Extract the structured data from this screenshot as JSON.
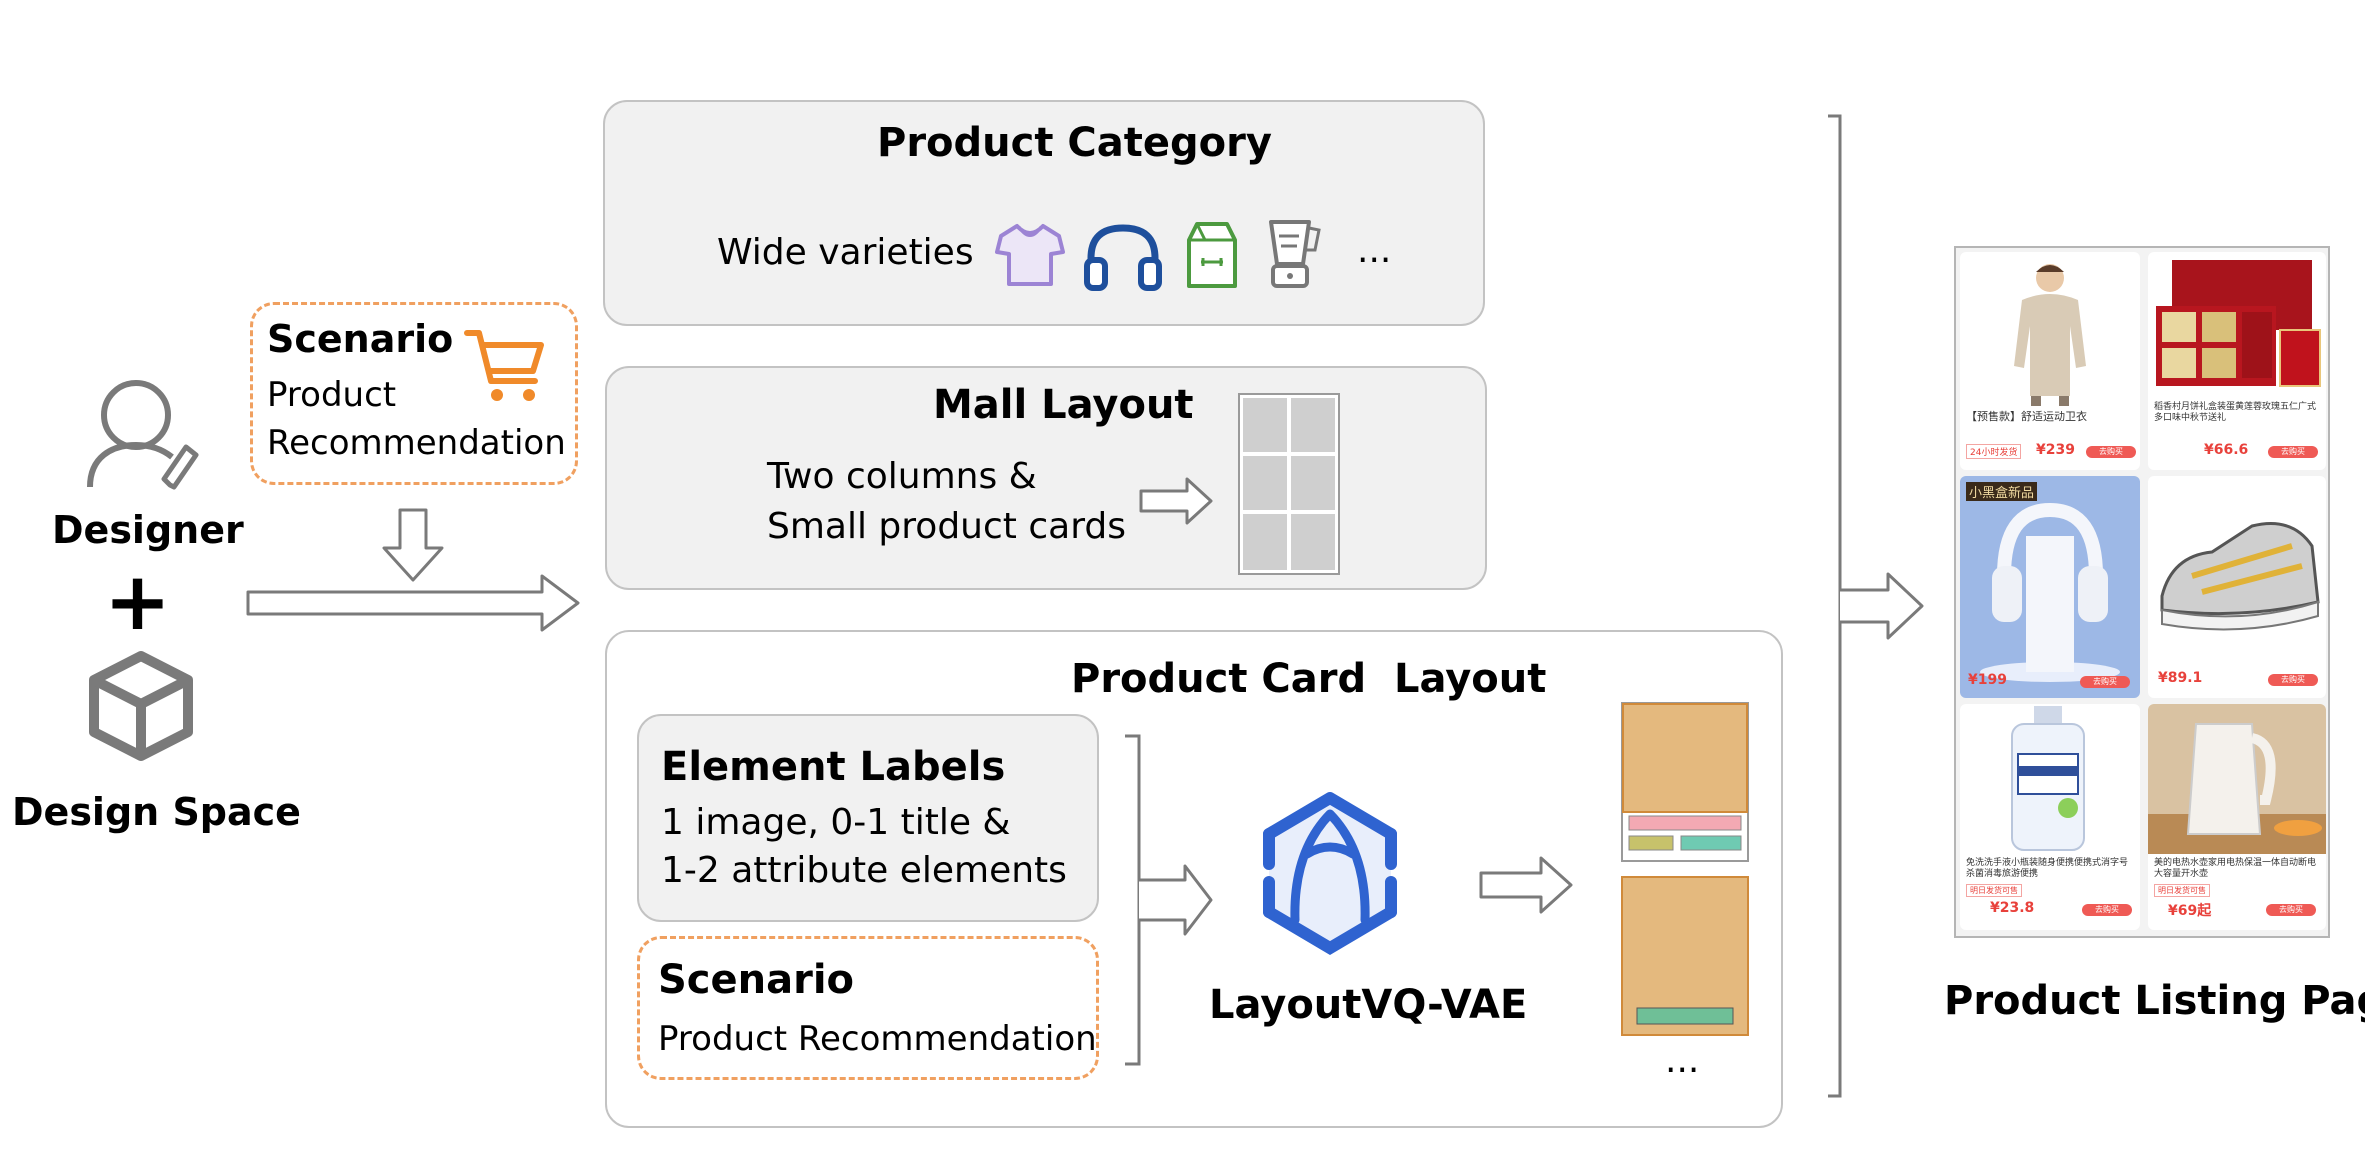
{
  "left": {
    "designer_label": "Designer",
    "plus": "+",
    "design_space_label": "Design Space",
    "scenario_title": "Scenario",
    "scenario_line1": "Product",
    "scenario_line2": "Recommendation"
  },
  "category": {
    "title": "Product Category",
    "text": "Wide varieties",
    "ellipsis": "..."
  },
  "mall": {
    "title": "Mall Layout",
    "line1": "Two columns &",
    "line2": "Small product cards"
  },
  "card_layout": {
    "title": "Product Card  Layout",
    "labels_title": "Element Labels",
    "labels_line1": "1 image, 0-1 title &",
    "labels_line2": "1-2 attribute elements",
    "scenario_title": "Scenario",
    "scenario_text": "Product Recommendation",
    "model_name": "LayoutVQ-VAE",
    "ellipsis": "..."
  },
  "output": {
    "title": "Product Listing Page",
    "cards": [
      {
        "title": "【预售款】舒适运动卫衣",
        "tag": "24小时发货",
        "price": "¥239",
        "buy": "去购买"
      },
      {
        "title": "稻香村月饼礼盒装蛋黄莲蓉玫瑰五仁广式多口味中秋节送礼",
        "tag": "",
        "price": "¥66.6",
        "buy": "去购买"
      },
      {
        "title": "",
        "tag": "小黑盒新品",
        "price": "¥199",
        "buy": "去购买"
      },
      {
        "title": "",
        "tag": "",
        "price": "¥89.1",
        "buy": "去购买"
      },
      {
        "title": "免洗洗手液小瓶装随身便携便携式消字号杀菌消毒旅游便携",
        "tag": "明日发货可售",
        "price": "¥23.8",
        "buy": "去购买"
      },
      {
        "title": "美的电热水壶家用电热保温一体自动断电大容量开水壶",
        "tag": "明日发货可售",
        "price": "¥69起",
        "buy": "去购买"
      }
    ]
  },
  "colors": {
    "panel_grey": "#f1f1f1",
    "dashed_orange": "#f0a060",
    "card_tan": "#e4b97e",
    "vqvae_blue": "#2f63d0",
    "price_red": "#e8413b"
  }
}
